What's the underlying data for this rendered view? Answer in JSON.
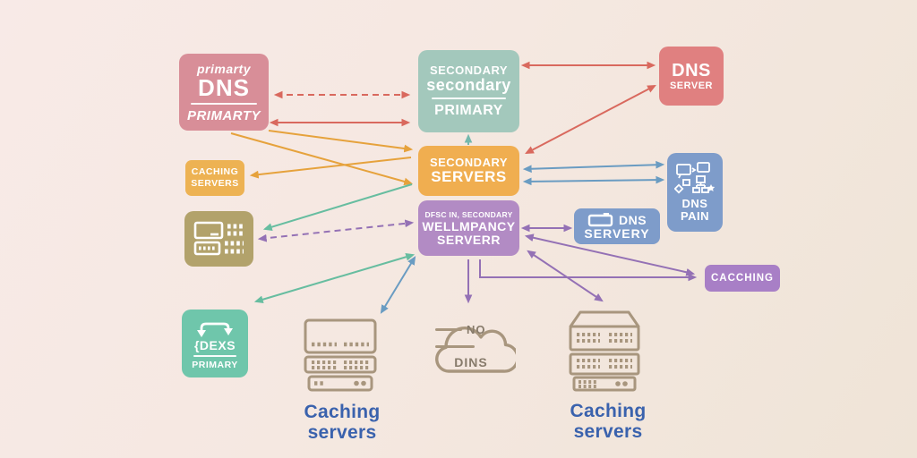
{
  "nodes": {
    "primary_dns": {
      "top": "primarty",
      "middle": "DNS",
      "bottom": "PRIMARTY",
      "color": "#d88e98"
    },
    "secondary_box": {
      "top": "SECONDARY",
      "middle": "secondary",
      "bottom": "PRIMARY",
      "color": "#a3c8bc"
    },
    "dns_server": {
      "top": "DNS",
      "bottom": "SERVER",
      "color": "#e08080"
    },
    "caching_badge": {
      "top": "CACHING",
      "bottom": "SERVERS",
      "color": "#edb253"
    },
    "secondary_servers": {
      "top": "SECONDARY",
      "bottom": "SERVERS",
      "color": "#f0ae50"
    },
    "wellmpancy_server": {
      "top": "DFSC IN, SECONDARY",
      "middle": "WELLMPANCY",
      "bottom": "SERVERR",
      "color": "#b28bc4"
    },
    "dns_pain": {
      "top": "DNS",
      "bottom": "PAIN",
      "color": "#7e9cca"
    },
    "dns_servery": {
      "top": "DNS",
      "bottom": "SERVERY",
      "color": "#7e9cca"
    },
    "cacching_badge": {
      "label": "CACCHING",
      "color": "#a87fc6"
    },
    "olive_device_box": {
      "color": "#b2a26b"
    },
    "dexs_primary": {
      "top": "{DEXS",
      "bottom": "PRIMARY",
      "color": "#6fc6ab"
    },
    "no_dins_cloud": {
      "top": "NO",
      "bottom": "DINS",
      "text_color": "#877b6b"
    },
    "caching_servers_left": {
      "line1": "Caching",
      "line2": "servers",
      "color": "#3a62ad"
    },
    "caching_servers_right": {
      "line1": "Caching",
      "line2": "servers",
      "color": "#3a62ad"
    }
  },
  "palette": {
    "background_top": "#f8eae7",
    "background_bottom": "#efe4d7",
    "arrow_red": "#d9695e",
    "arrow_orange": "#e6a23c",
    "arrow_blue": "#6a9cc2",
    "arrow_green": "#67bda0",
    "arrow_purple": "#9471b5",
    "arrow_teal": "#74b8ad",
    "rack_outline_tan": "#a8967e",
    "node_text": "#ffffff"
  }
}
